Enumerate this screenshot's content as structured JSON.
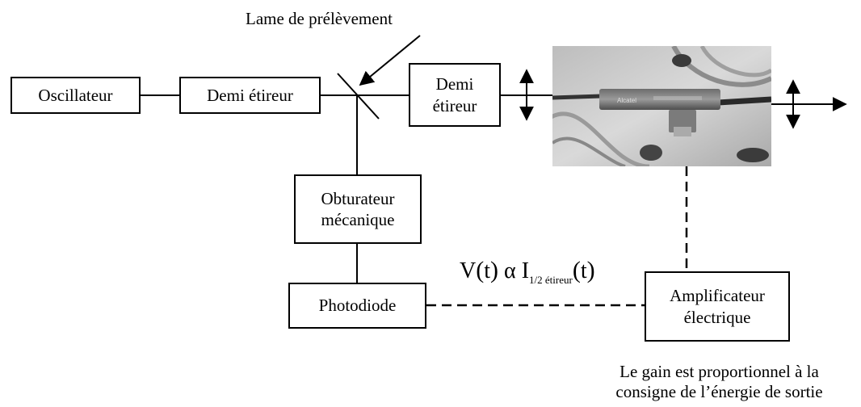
{
  "diagram": {
    "blocks": {
      "oscillateur": "Oscillateur",
      "demi_etireur_1": "Demi étireur",
      "demi_etireur_2_line1": "Demi",
      "demi_etireur_2_line2": "étireur",
      "obturateur_line1": "Obturateur",
      "obturateur_line2": "mécanique",
      "photodiode": "Photodiode",
      "amplificateur_line1": "Amplificateur",
      "amplificateur_line2": "électrique"
    },
    "labels": {
      "lame": "Lame de prélèvement",
      "gain_line1": "Le gain est proportionnel à la",
      "gain_line2": "consigne de l’énergie de sortie"
    },
    "formula": {
      "v": "V",
      "t": "t",
      "alpha": "α",
      "i": "I",
      "subscript": "1/2 étireur"
    },
    "photo": {
      "brand_text": "Alcatel"
    }
  }
}
